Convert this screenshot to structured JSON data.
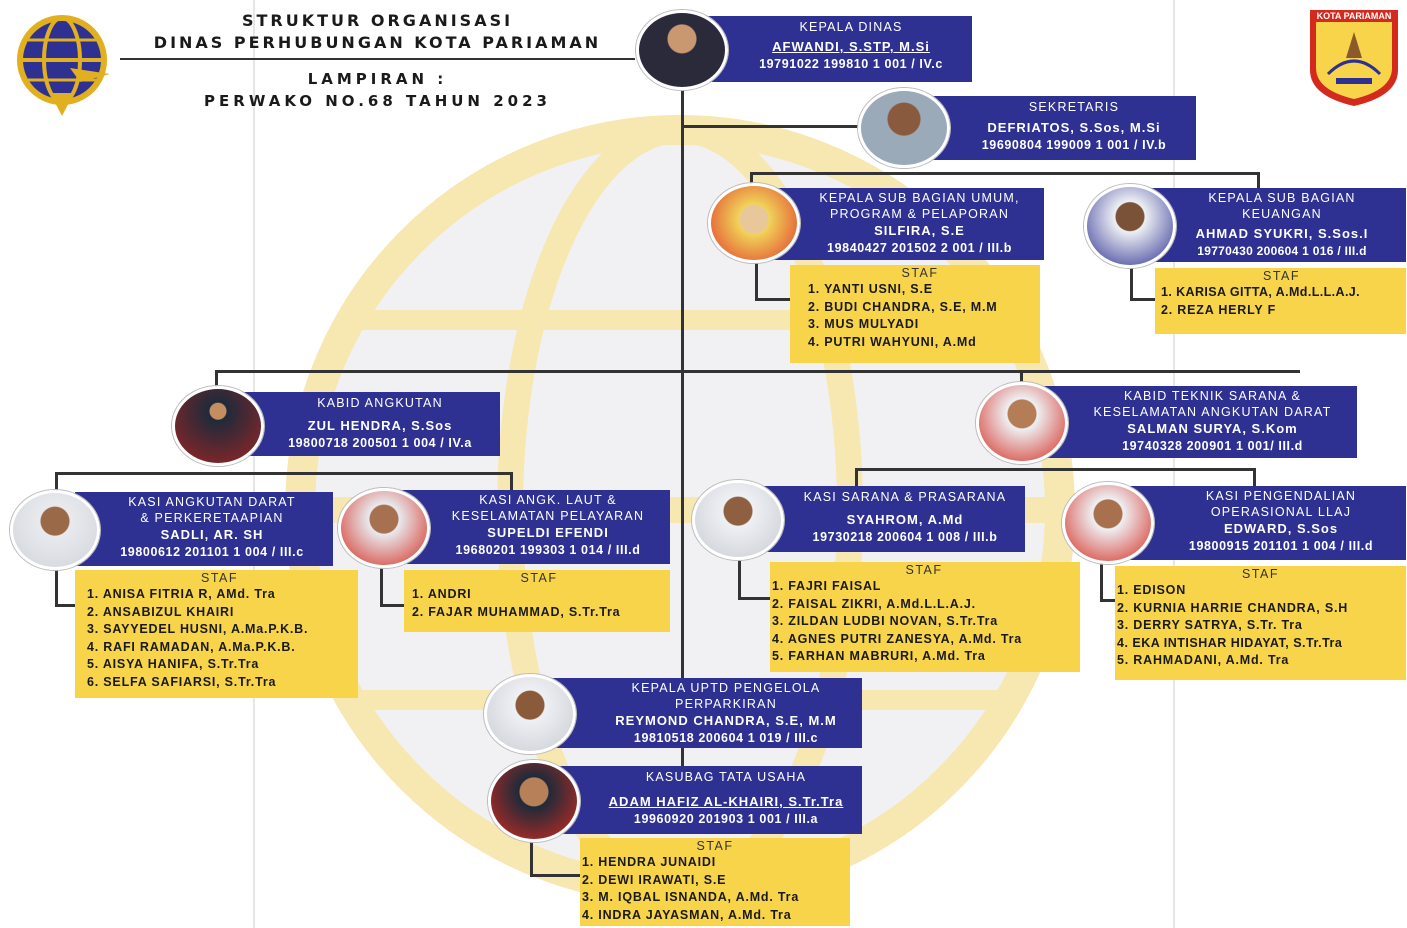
{
  "header": {
    "line1": "STRUKTUR ORGANISASI",
    "line2": "DINAS PERHUBUNGAN KOTA PARIAMAN",
    "line3": "LAMPIRAN :",
    "line4": "PERWAKO NO.68 TAHUN 2023"
  },
  "emblem": {
    "label": "KOTA PARIAMAN"
  },
  "kepala_dinas": {
    "role": "KEPALA DINAS",
    "name": "AFWANDI, S.STP, M.Si",
    "nip": "19791022 199810 1 001 / IV.c"
  },
  "sekretaris": {
    "role": "SEKRETARIS",
    "name": "DEFRIATOS, S.Sos, M.Si",
    "nip": "19690804 199009 1 001 / IV.b"
  },
  "subbag_umum": {
    "role1": "KEPALA SUB BAGIAN UMUM,",
    "role2": "PROGRAM & PELAPORAN",
    "name": "SILFIRA, S.E",
    "nip": "19840427 201502 2 001 / III.b"
  },
  "subbag_umum_staff": {
    "title": "STAF",
    "items": [
      "1. YANTI USNI, S.E",
      "2. BUDI CHANDRA, S.E, M.M",
      "3. MUS MULYADI",
      "4. PUTRI WAHYUNI, A.Md"
    ]
  },
  "subbag_keuangan": {
    "role1": "KEPALA SUB BAGIAN",
    "role2": "KEUANGAN",
    "name": "AHMAD SYUKRI, S.Sos.I",
    "nip": "19770430 200604 1 016 / III.d"
  },
  "subbag_keuangan_staff": {
    "title": "STAF",
    "items": [
      "1. KARISA GITTA, A.Md.L.L.A.J.",
      "2. REZA HERLY F"
    ]
  },
  "kabid_angkutan": {
    "role": "KABID ANGKUTAN",
    "name": "ZUL HENDRA, S.Sos",
    "nip": "19800718 200501 1 004 / IV.a"
  },
  "kabid_teknik": {
    "role1": "KABID TEKNIK SARANA &",
    "role2": "KESELAMATAN ANGKUTAN DARAT",
    "name": "SALMAN SURYA, S.Kom",
    "nip": "19740328 200901 1 001/ III.d"
  },
  "kasi_darat": {
    "role1": "KASI ANGKUTAN DARAT",
    "role2": "& PERKERETAAPIAN",
    "name": "SADLI, AR. SH",
    "nip": "19800612 201101 1 004 / III.c"
  },
  "kasi_darat_staff": {
    "title": "STAF",
    "items": [
      "1. ANISA FITRIA R, AMd. Tra",
      "2. ANSABIZUL KHAIRI",
      "3. SAYYEDEL HUSNI, A.Ma.P.K.B.",
      "4. RAFI RAMADAN, A.Ma.P.K.B.",
      "5. AISYA HANIFA, S.Tr.Tra",
      "6. SELFA SAFIARSI, S.Tr.Tra"
    ]
  },
  "kasi_laut": {
    "role1": "KASI ANGK. LAUT &",
    "role2": "KESELAMATAN PELAYARAN",
    "name": "SUPELDI EFENDI",
    "nip": "19680201 199303 1 014 / III.d"
  },
  "kasi_laut_staff": {
    "title": "STAF",
    "items": [
      "1. ANDRI",
      "2. FAJAR MUHAMMAD, S.Tr.Tra"
    ]
  },
  "kasi_sarana": {
    "role": "KASI SARANA & PRASARANA",
    "name": "SYAHROM, A.Md",
    "nip": "19730218 200604 1 008 / III.b"
  },
  "kasi_sarana_staff": {
    "title": "STAF",
    "items": [
      "1. FAJRI FAISAL",
      "2. FAISAL ZIKRI, A.Md.L.L.A.J.",
      "3. ZILDAN LUDBI NOVAN, S.Tr.Tra",
      "4. AGNES PUTRI ZANESYA, A.Md. Tra",
      "5. FARHAN MABRURI, A.Md. Tra"
    ]
  },
  "kasi_llaj": {
    "role1": "KASI PENGENDALIAN",
    "role2": "OPERASIONAL LLAJ",
    "name": "EDWARD, S.Sos",
    "nip": "19800915 201101 1 004 / III.d"
  },
  "kasi_llaj_staff": {
    "title": "STAF",
    "items": [
      "1. EDISON",
      "2. KURNIA HARRIE CHANDRA, S.H",
      "3. DERRY SATRYA, S.Tr. Tra",
      "4. EKA INTISHAR HIDAYAT, S.Tr.Tra",
      "5. RAHMADANI, A.Md. Tra"
    ]
  },
  "uptd": {
    "role1": "KEPALA UPTD PENGELOLA",
    "role2": "PERPARKIRAN",
    "name": "REYMOND CHANDRA, S.E, M.M",
    "nip": "19810518 200604 1 019 / III.c"
  },
  "kasubag_tu": {
    "role": "KASUBAG TATA USAHA",
    "name": "ADAM HAFIZ AL-KHAIRI, S.Tr.Tra",
    "nip": "19960920 201903 1 001 / III.a"
  },
  "kasubag_tu_staff": {
    "title": "STAF",
    "items": [
      "1. HENDRA JUNAIDI",
      "2. DEWI IRAWATI, S.E",
      "3. M. IQBAL ISNANDA, A.Md. Tra",
      "4. INDRA JAYASMAN, A.Md. Tra"
    ]
  },
  "colors": {
    "box": "#2e3192",
    "staff": "#f7d44a",
    "watermark": "#f5e7b3"
  }
}
